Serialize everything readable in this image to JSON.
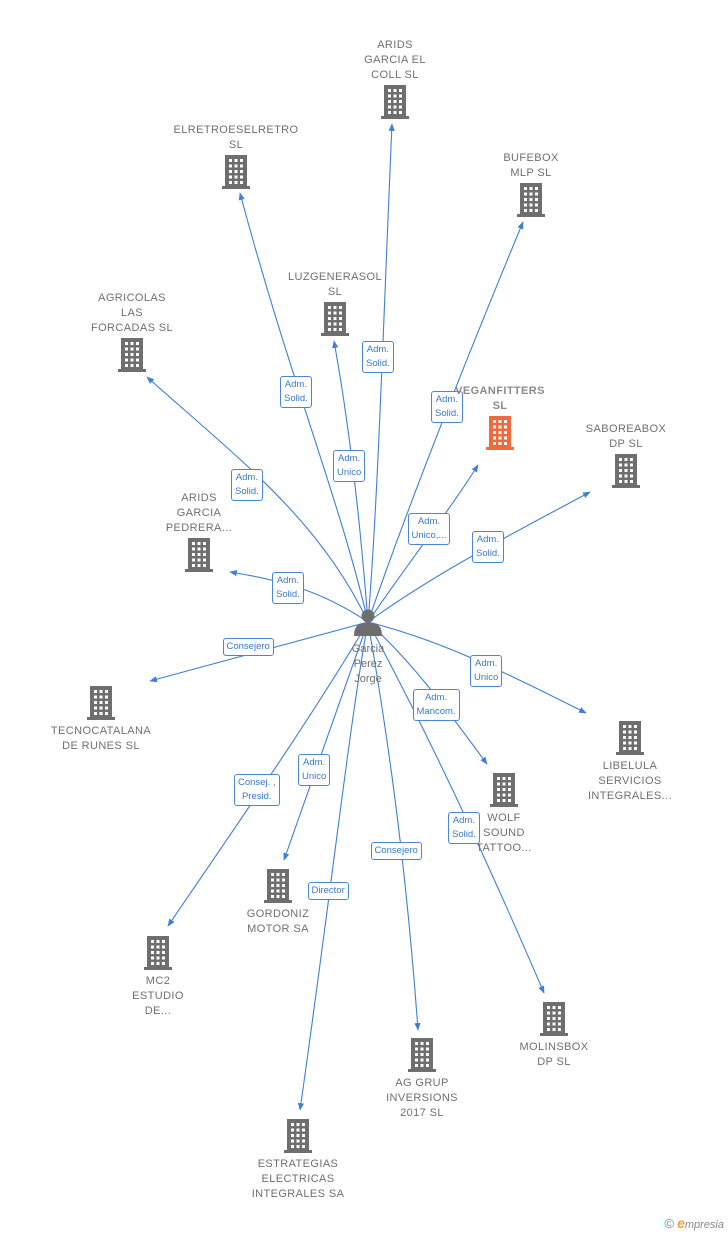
{
  "colors": {
    "edge": "#3f7fd6",
    "building": "#6e6e6e",
    "focus_building": "#f26a3c",
    "person": "#6e6e6e"
  },
  "center": {
    "lines": [
      "Garcia",
      "Perez",
      "Jorge"
    ]
  },
  "companies": [
    {
      "id": "arids-garcia-el-coll",
      "lines": [
        "ARIDS",
        "GARCIA EL",
        "COLL  SL"
      ]
    },
    {
      "id": "elretroeselretro",
      "lines": [
        "ELRETROESELRETRO",
        "SL"
      ]
    },
    {
      "id": "bufebox-mlp",
      "lines": [
        "BUFEBOX",
        "MLP  SL"
      ]
    },
    {
      "id": "luzgenerasol",
      "lines": [
        "LUZGENERASOL",
        "SL"
      ]
    },
    {
      "id": "agricolas-las-forcadas",
      "lines": [
        "AGRICOLAS",
        "LAS",
        "FORCADAS  SL"
      ]
    },
    {
      "id": "veganfitters",
      "lines": [
        "VEGANFITTERS",
        "SL"
      ],
      "focus": true
    },
    {
      "id": "saboreabox-dp",
      "lines": [
        "SABOREABOX",
        "DP  SL"
      ]
    },
    {
      "id": "arids-garcia-pedrera",
      "lines": [
        "ARIDS",
        "GARCIA",
        "PEDRERA..."
      ]
    },
    {
      "id": "tecnocatalana-de-runes",
      "lines": [
        "TECNOCATALANA",
        "DE RUNES SL"
      ]
    },
    {
      "id": "libelula-servicios",
      "lines": [
        "LIBELULA",
        "SERVICIOS",
        "INTEGRALES..."
      ]
    },
    {
      "id": "wolf-sound-tattoo",
      "lines": [
        "WOLF",
        "SOUND",
        "TATTOO..."
      ]
    },
    {
      "id": "gordoniz-motor",
      "lines": [
        "GORDONIZ",
        "MOTOR SA"
      ]
    },
    {
      "id": "mc2-estudio",
      "lines": [
        "MC2",
        "ESTUDIO",
        "DE..."
      ]
    },
    {
      "id": "molinsbox-dp",
      "lines": [
        "MOLINSBOX",
        "DP  SL"
      ]
    },
    {
      "id": "ag-grup-inversions",
      "lines": [
        "AG GRUP",
        "INVERSIONS",
        "2017  SL"
      ]
    },
    {
      "id": "estrategias-electricas",
      "lines": [
        "ESTRATEGIAS",
        "ELECTRICAS",
        "INTEGRALES SA"
      ]
    }
  ],
  "relations": [
    {
      "to": "arids-garcia-el-coll",
      "lines": [
        "Adm.",
        "Solid."
      ]
    },
    {
      "to": "elretroeselretro",
      "lines": [
        "Adm.",
        "Solid."
      ]
    },
    {
      "to": "bufebox-mlp",
      "lines": [
        "Adm.",
        "Solid."
      ]
    },
    {
      "to": "luzgenerasol",
      "lines": [
        "Adm.",
        "Unico"
      ]
    },
    {
      "to": "agricolas-las-forcadas",
      "lines": [
        "Adm.",
        "Solid."
      ]
    },
    {
      "to": "veganfitters",
      "lines": [
        "Adm.",
        "Unico,..."
      ]
    },
    {
      "to": "saboreabox-dp",
      "lines": [
        "Adm.",
        "Solid."
      ]
    },
    {
      "to": "arids-garcia-pedrera",
      "lines": [
        "Adm.",
        "Solid."
      ]
    },
    {
      "to": "tecnocatalana-de-runes",
      "lines": [
        "Consejero"
      ]
    },
    {
      "to": "libelula-servicios",
      "lines": [
        "Adm.",
        "Unico"
      ]
    },
    {
      "to": "wolf-sound-tattoo",
      "lines": [
        "Adm.",
        "Mancom."
      ]
    },
    {
      "to": "gordoniz-motor",
      "lines": [
        "Adm.",
        "Unico"
      ]
    },
    {
      "to": "mc2-estudio",
      "lines": [
        "Consej. ,",
        "Presid."
      ]
    },
    {
      "to": "molinsbox-dp",
      "lines": [
        "Adm.",
        "Solid."
      ]
    },
    {
      "to": "ag-grup-inversions",
      "lines": [
        "Consejero"
      ]
    },
    {
      "to": "estrategias-electricas",
      "lines": [
        "Director"
      ]
    }
  ],
  "brand": {
    "symbol": "©",
    "initial": "e",
    "text": "mpresia"
  }
}
